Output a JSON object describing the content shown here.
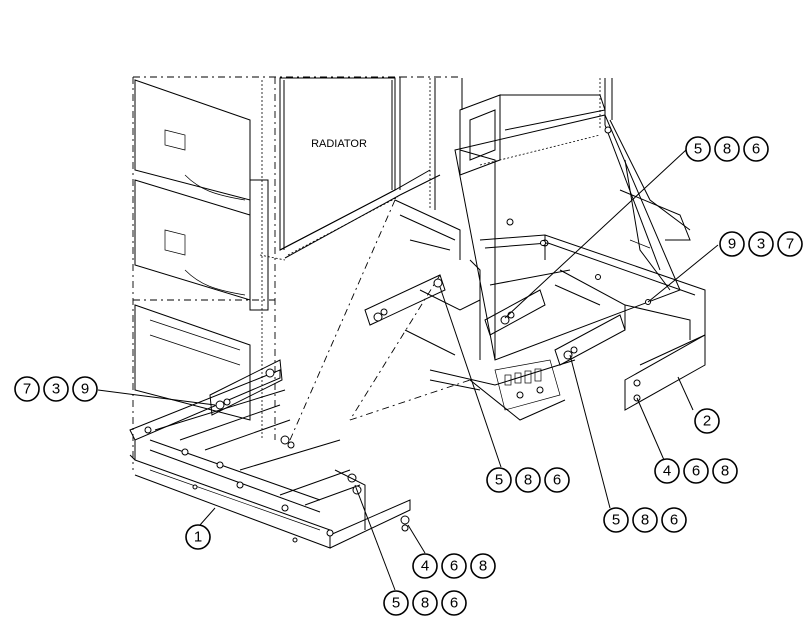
{
  "diagram": {
    "component_label": "RADIATOR",
    "callouts": [
      {
        "id": "c586-a",
        "digits": [
          "5",
          "8",
          "6"
        ]
      },
      {
        "id": "c937",
        "digits": [
          "9",
          "3",
          "7"
        ]
      },
      {
        "id": "c739",
        "digits": [
          "7",
          "3",
          "9"
        ]
      },
      {
        "id": "c2",
        "digits": [
          "2"
        ]
      },
      {
        "id": "c468-a",
        "digits": [
          "4",
          "6",
          "8"
        ]
      },
      {
        "id": "c586-b",
        "digits": [
          "5",
          "8",
          "6"
        ]
      },
      {
        "id": "c586-c",
        "digits": [
          "5",
          "8",
          "6"
        ]
      },
      {
        "id": "c1",
        "digits": [
          "1"
        ]
      },
      {
        "id": "c468-b",
        "digits": [
          "4",
          "6",
          "8"
        ]
      },
      {
        "id": "c586-d",
        "digits": [
          "5",
          "8",
          "6"
        ]
      }
    ]
  }
}
